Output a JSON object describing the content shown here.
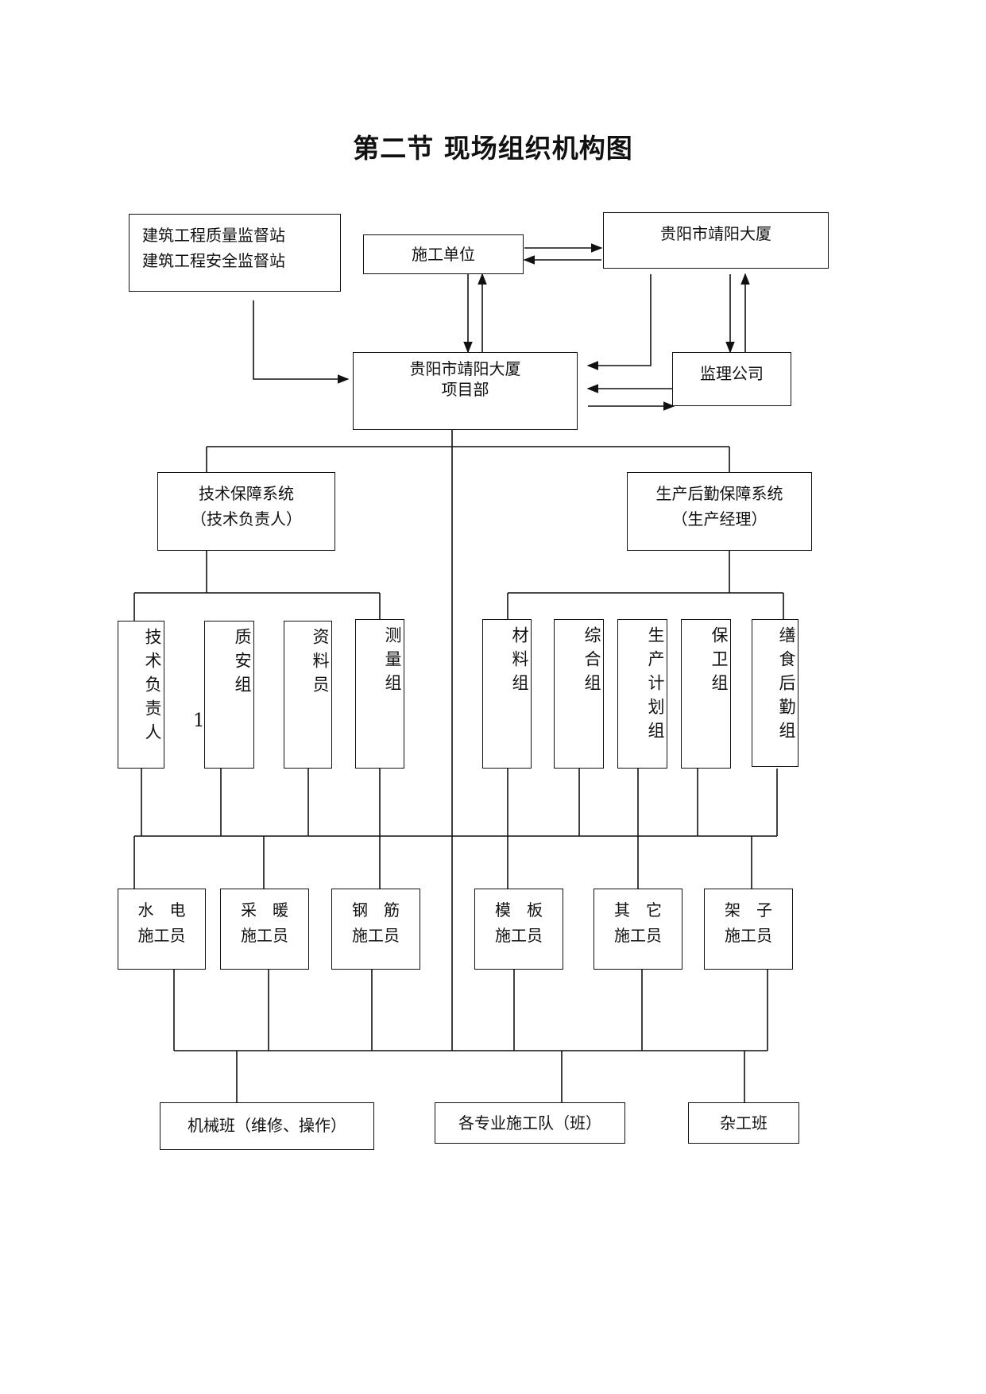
{
  "title": "第二节 现场组织机构图",
  "stray_mark": "1",
  "nodes": {
    "supervision_station": {
      "line1": "建筑工程质量监督站",
      "line2": "建筑工程安全监督站"
    },
    "construction_unit": {
      "label": "施工单位"
    },
    "owner": {
      "label": "贵阳市靖阳大厦"
    },
    "project_dept": {
      "line1": "贵阳市靖阳大厦",
      "line2": "项目部"
    },
    "supervisor_company": {
      "label": "监理公司"
    },
    "tech_system": {
      "line1": "技术保障系统",
      "line2": "（技术负责人）"
    },
    "logistics_system": {
      "line1": "生产后勤保障系统",
      "line2": "（生产经理）"
    }
  },
  "groups": [
    {
      "id": "tech_lead",
      "label": "技术负责人"
    },
    {
      "id": "quality_safety",
      "label": "质安组"
    },
    {
      "id": "documents",
      "label": "资料员"
    },
    {
      "id": "survey",
      "label": "测量组"
    },
    {
      "id": "materials",
      "label": "材料组"
    },
    {
      "id": "general",
      "label": "综合组"
    },
    {
      "id": "production_plan",
      "label": "生产计划组"
    },
    {
      "id": "security",
      "label": "保卫组"
    },
    {
      "id": "catering",
      "label": "缮食后勤组"
    }
  ],
  "workers": [
    {
      "id": "water_electric",
      "line1": "水　电",
      "line2": "施工员"
    },
    {
      "id": "heating",
      "line1": "采　暖",
      "line2": "施工员"
    },
    {
      "id": "rebar",
      "line1": "钢　筋",
      "line2": "施工员"
    },
    {
      "id": "formwork",
      "line1": "模　板",
      "line2": "施工员"
    },
    {
      "id": "other",
      "line1": "其　它",
      "line2": "施工员"
    },
    {
      "id": "scaffold",
      "line1": "架　子",
      "line2": "施工员"
    }
  ],
  "teams": [
    {
      "id": "machinery",
      "label": "机械班（维修、操作）"
    },
    {
      "id": "specialty",
      "label": "各专业施工队（班）"
    },
    {
      "id": "labor",
      "label": "杂工班"
    }
  ]
}
